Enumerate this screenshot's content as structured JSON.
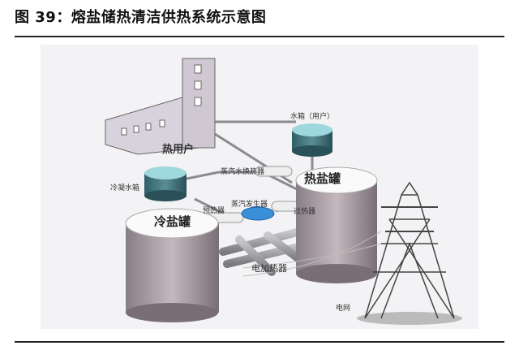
{
  "title": "图 39：熔盐储热清洁供热系统示意图",
  "diagram": {
    "labels": {
      "heat_user": "热用户",
      "water_tank_user": "水箱（用户）",
      "steam_water_exchanger": "蒸汽水换热器",
      "condensate_tank": "冷凝水箱",
      "hot_salt_tank": "热盐罐",
      "steam_generator": "蒸汽发生器",
      "preheater": "预热器",
      "superheater": "过热器",
      "cold_salt_tank": "冷盐罐",
      "electric_heater": "电加热器",
      "grid": "电网"
    }
  }
}
